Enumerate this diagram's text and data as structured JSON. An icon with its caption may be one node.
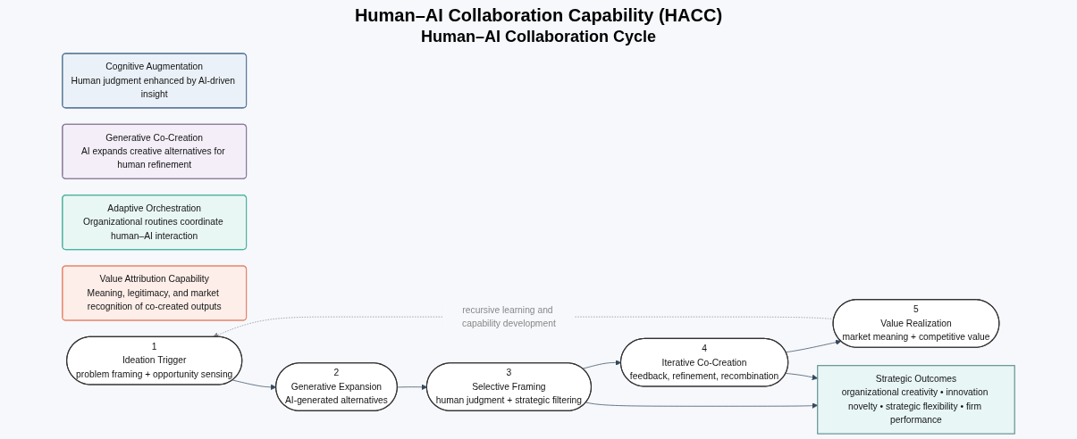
{
  "diagram": {
    "title": "Human–AI Collaboration Capability (HACC)",
    "nodes": [
      {
        "text": [
          "Cognitive Augmentation",
          "Human judgment enhanced by AI-driven insight"
        ]
      },
      {
        "text": [
          "Generative Co-Creation",
          "AI expands creative alternatives for human refinement"
        ]
      },
      {
        "text": [
          "Adaptive Orchestration",
          "Organizational routines coordinate human–AI interaction"
        ]
      },
      {
        "text": [
          "Value Attribution Capability",
          "Meaning, legitimacy, and market recognition of co-created outputs"
        ]
      },
      {
        "text": [
          "1",
          "Ideation Trigger",
          "problem framing + opportunity sensing"
        ]
      },
      {
        "text": [
          "2",
          "Generative Expansion",
          "AI-generated alternatives"
        ]
      },
      {
        "text": [
          "3",
          "Selective Framing",
          "human judgment + strategic filtering"
        ]
      },
      {
        "text": [
          "4",
          "Iterative Co-Creation",
          "feedback, refinement, recombination"
        ]
      },
      {
        "text": [
          "5",
          "Value Realization",
          "market meaning + competitive value"
        ]
      },
      {
        "text": [
          "Strategic Outcomes",
          "organizational creativity • innovation novelty • strategic flexibility • firm performance"
        ]
      }
    ],
    "edges": [
      {
        "from": 4,
        "to": 5,
        "arrow": "to"
      },
      {
        "from": 5,
        "to": 6,
        "arrow": "to"
      },
      {
        "from": 6,
        "to": 7,
        "arrow": "to"
      },
      {
        "from": 7,
        "to": 8,
        "arrow": "to"
      },
      {
        "from": 6,
        "to": 9,
        "arrow": "to"
      },
      {
        "from": 7,
        "to": 9,
        "arrow": "to"
      },
      {
        "from": 8,
        "to": 4,
        "arrow": "to",
        "label": "recursive learning and capability development",
        "style": "dashed",
        "color": "#888888"
      }
    ],
    "labels": [
      "Human–AI Collaboration Cycle"
    ]
  }
}
